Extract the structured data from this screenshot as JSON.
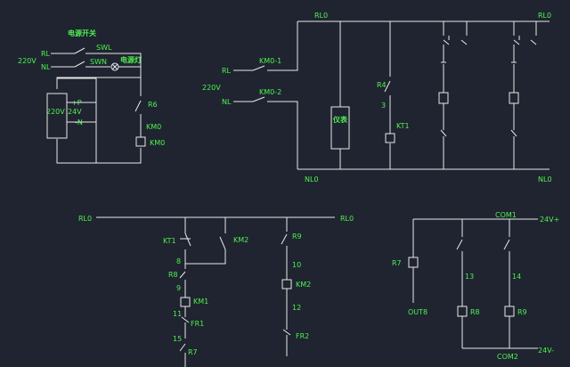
{
  "colors": {
    "background": "#1f2430",
    "wire": "#e8e8e8",
    "label": "#4ff04f"
  },
  "labels": {
    "power_switch_cn": "电源开关",
    "power_lamp_cn": "电源灯",
    "instrument_cn": "仪表",
    "v220": "220V",
    "rl": "RL",
    "nl": "NL",
    "swl": "SWL",
    "swn": "SWN",
    "psu_p": "+P",
    "psu_n": "-N",
    "psu_24v": "24V",
    "r6": "R6",
    "km0": "KM0",
    "km0_1": "KM0-1",
    "km0_2": "KM0-2",
    "rl0": "RL0",
    "nl0": "NL0",
    "r4": "R4",
    "n3": "3",
    "kt1": "KT1",
    "km2": "KM2",
    "r9": "R9",
    "n8": "8",
    "n9": "9",
    "n10": "10",
    "n11": "11",
    "n12": "12",
    "n13": "13",
    "n14": "14",
    "n15": "15",
    "r8": "R8",
    "km1": "KM1",
    "fr1": "FR1",
    "fr2": "FR2",
    "r7": "R7",
    "com1": "COM1",
    "com2": "COM2",
    "v24p": "24V+",
    "v24m": "24V-",
    "out8": "OUT8"
  }
}
